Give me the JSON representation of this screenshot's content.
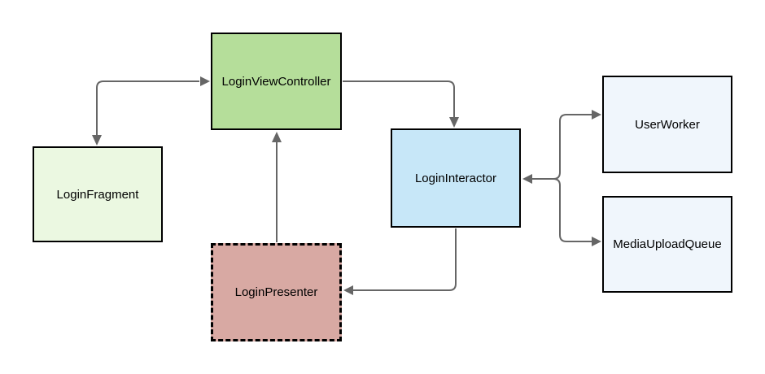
{
  "diagram": {
    "background_color": "#ffffff",
    "edge_color": "#666666",
    "node_border_color": "#000000",
    "nodes": [
      {
        "id": "login-fragment",
        "label": "LoginFragment",
        "fill": "#ebf8e1",
        "border_style": "solid"
      },
      {
        "id": "login-view-controller",
        "label": "LoginViewController",
        "fill": "#b5de9a",
        "border_style": "solid"
      },
      {
        "id": "login-interactor",
        "label": "LoginInteractor",
        "fill": "#c7e7f8",
        "border_style": "solid"
      },
      {
        "id": "login-presenter",
        "label": "LoginPresenter",
        "fill": "#d8a9a3",
        "border_style": "dashed"
      },
      {
        "id": "user-worker",
        "label": "UserWorker",
        "fill": "#f0f6fc",
        "border_style": "solid"
      },
      {
        "id": "media-upload-queue",
        "label": "MediaUploadQueue",
        "fill": "#f0f6fc",
        "border_style": "solid"
      }
    ],
    "edges": [
      {
        "from": "LoginFragment",
        "to": "LoginViewController",
        "arrows": "both"
      },
      {
        "from": "LoginViewController",
        "to": "LoginInteractor",
        "arrows": "end"
      },
      {
        "from": "LoginInteractor",
        "to": "LoginPresenter",
        "arrows": "end"
      },
      {
        "from": "LoginPresenter",
        "to": "LoginViewController",
        "arrows": "end"
      },
      {
        "from": "LoginInteractor",
        "to": "UserWorker",
        "arrows": "both"
      },
      {
        "from": "LoginInteractor",
        "to": "MediaUploadQueue",
        "arrows": "both"
      }
    ]
  }
}
